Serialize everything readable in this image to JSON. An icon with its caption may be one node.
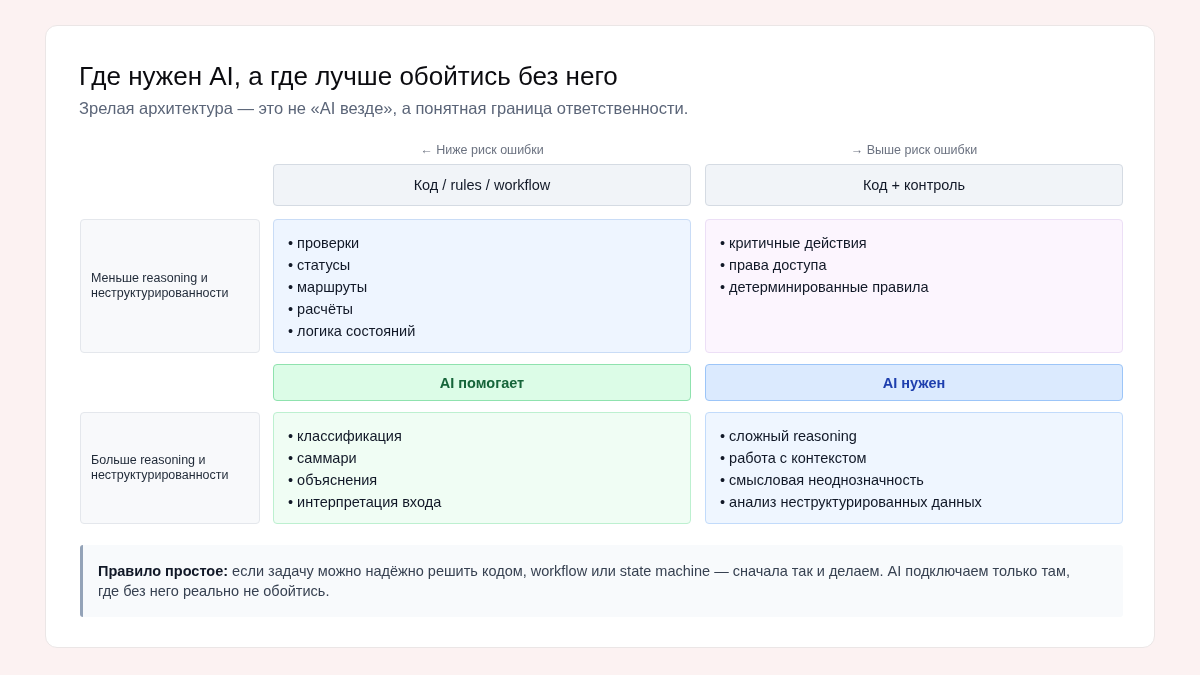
{
  "diagram": {
    "title": "Где нужен AI, а где лучше обойтись без него",
    "nodes": [
      {
        "text": [
          "Код / rules / workflow"
        ]
      },
      {
        "text": [
          "Код + контроль"
        ]
      },
      {
        "text": [
          "Меньше reasoning и неструктурированности"
        ]
      },
      {
        "text": [
          "• проверки",
          "• статусы",
          "• маршруты",
          "• расчёты",
          "• логика состояний"
        ]
      },
      {
        "text": [
          "• критичные действия",
          "• права доступа",
          "• детерминированные правила"
        ]
      },
      {
        "text": [
          "AI помогает"
        ]
      },
      {
        "text": [
          "AI нужен"
        ]
      },
      {
        "text": [
          "Больше reasoning и неструктурированности"
        ]
      },
      {
        "text": [
          "• классификация",
          "• саммари",
          "• объяснения",
          "• интерпретация входа"
        ]
      },
      {
        "text": [
          "• сложный reasoning",
          "• работа с контекстом",
          "• смысловая неоднозначность",
          "• анализ неструктурированных данных"
        ]
      },
      {
        "text": [
          "**Правило простое:** если задачу можно надёжно решить кодом, workflow или state machine — сначала так и делаем. AI подключаем только там, где без него реально не обойтись."
        ]
      }
    ],
    "labels": [
      "Зрелая архитектура — это не «AI везде», а понятная граница ответственности.",
      "← Ниже риск ошибки",
      "→ Выше риск ошибки"
    ]
  }
}
